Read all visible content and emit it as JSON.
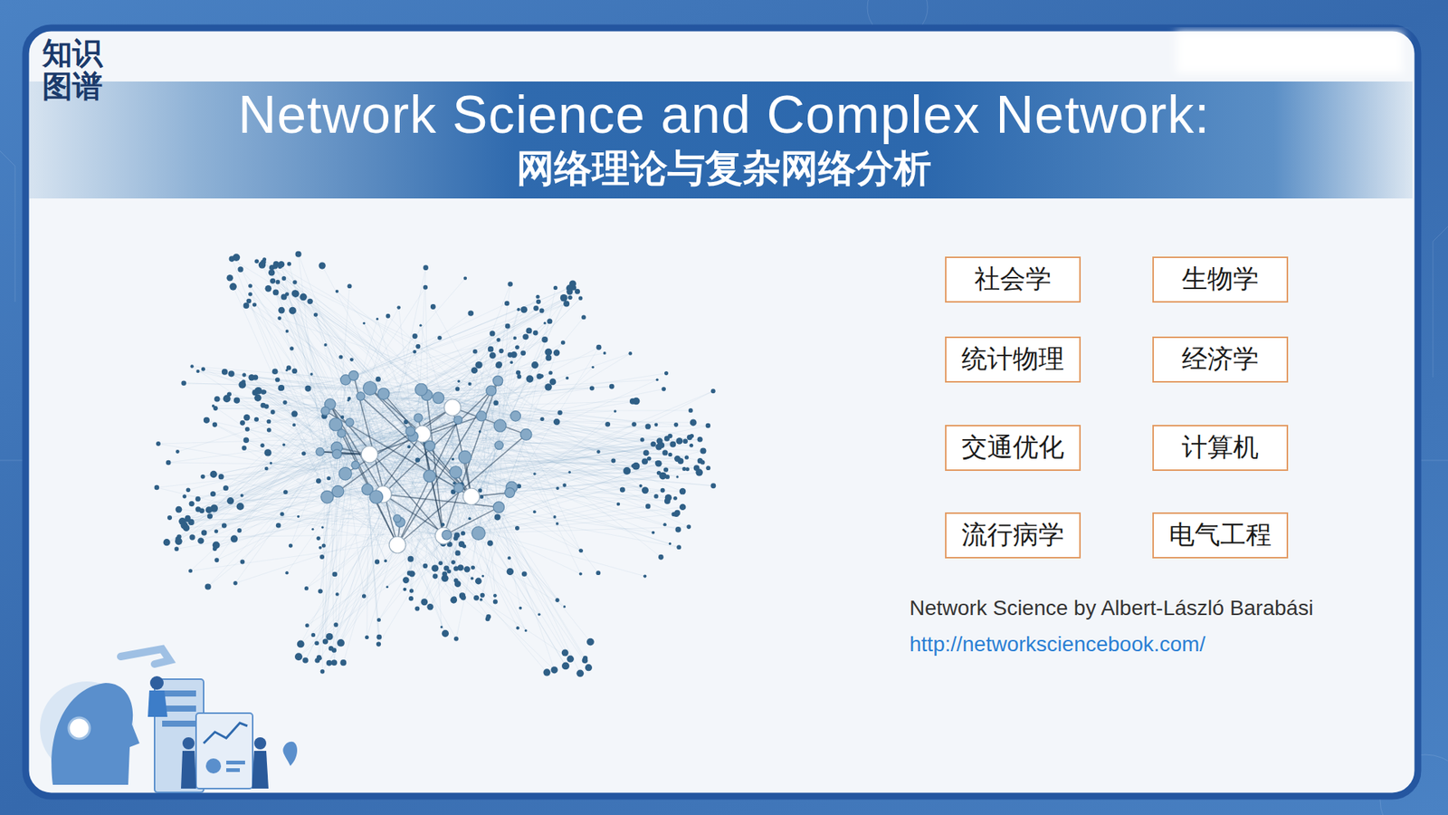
{
  "diagram": {
    "title": "Network Science and Complex Network:",
    "nodes": [
      {
        "text": [
          "社会学"
        ]
      },
      {
        "text": [
          "生物学"
        ]
      },
      {
        "text": [
          "统计物理"
        ]
      },
      {
        "text": [
          "经济学"
        ]
      },
      {
        "text": [
          "交通优化"
        ]
      },
      {
        "text": [
          "计算机"
        ]
      },
      {
        "text": [
          "流行病学"
        ]
      },
      {
        "text": [
          "电气工程"
        ]
      }
    ],
    "labels": [
      "网络理论与复杂网络分析",
      "知识图谱",
      "Network Science by Albert-László Barabási",
      "http://networksciencebook.com/"
    ]
  }
}
